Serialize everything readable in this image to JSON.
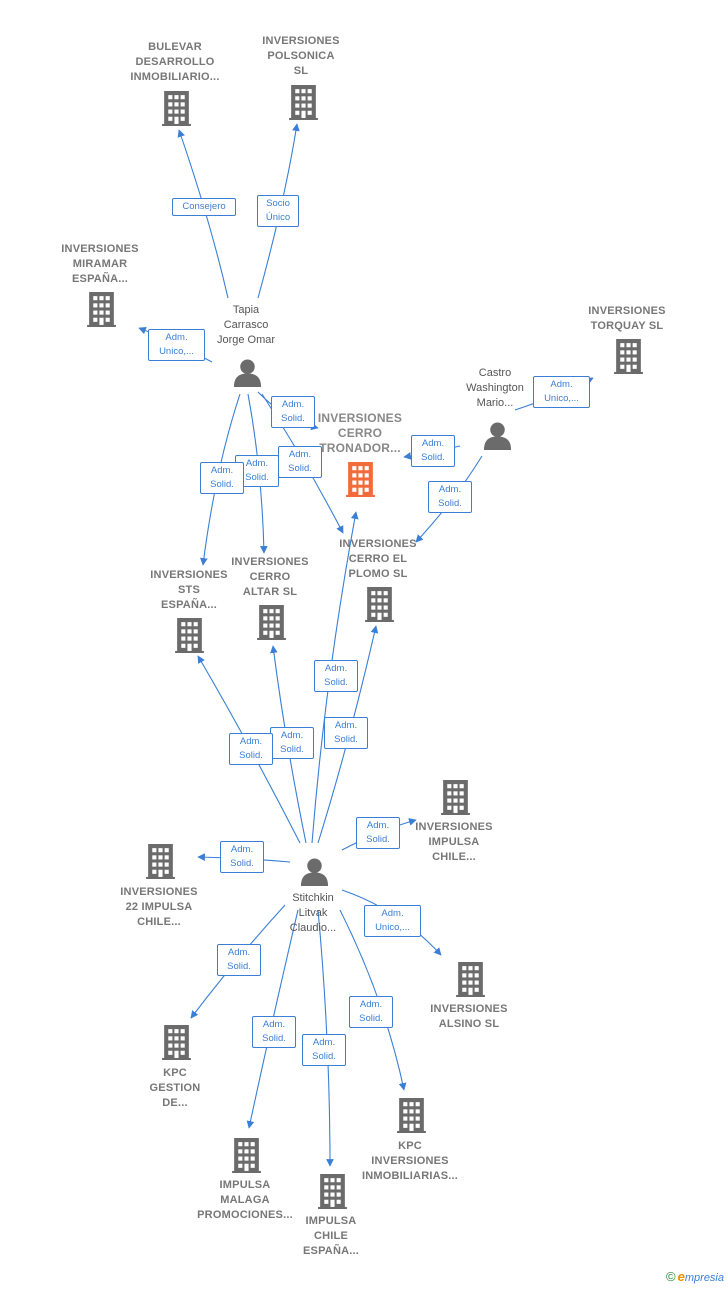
{
  "colors": {
    "edge": "#3a7fd5",
    "company": "#6b6b6b",
    "focus_company": "#f26b3a",
    "person": "#6b6b6b"
  },
  "nodes": {
    "bulevar": {
      "label": "BULEVAR\nDESARROLLO\nINMOBILIARIO...",
      "icon": "building-icon"
    },
    "polsonica": {
      "label": "INVERSIONES\nPOLSONICA\nSL",
      "icon": "building-icon"
    },
    "miramar": {
      "label": "INVERSIONES\nMIRAMAR\nESPAÑA...",
      "icon": "building-icon"
    },
    "tapia": {
      "label": "Tapia\nCarrasco\nJorge Omar",
      "icon": "person-icon"
    },
    "torquay": {
      "label": "INVERSIONES\nTORQUAY  SL",
      "icon": "building-icon"
    },
    "castro": {
      "label": "Castro\nWashington\nMario...",
      "icon": "person-icon"
    },
    "tronador": {
      "label": "INVERSIONES\nCERRO\nTRONADOR...",
      "icon": "building-icon"
    },
    "plomo": {
      "label": "INVERSIONES\nCERRO EL\nPLOMO  SL",
      "icon": "building-icon"
    },
    "sts": {
      "label": "INVERSIONES\nSTS\nESPAÑA...",
      "icon": "building-icon"
    },
    "altar": {
      "label": "INVERSIONES\nCERRO\nALTAR  SL",
      "icon": "building-icon"
    },
    "impulsa_chile": {
      "label": "INVERSIONES\nIMPULSA\nCHILE...",
      "icon": "building-icon"
    },
    "impulsa22": {
      "label": "INVERSIONES\n22 IMPULSA\nCHILE...",
      "icon": "building-icon"
    },
    "stitchkin": {
      "label": "Stitchkin\nLitvak\nClaudio...",
      "icon": "person-icon"
    },
    "alsino": {
      "label": "INVERSIONES\nALSINO  SL",
      "icon": "building-icon"
    },
    "kpc_gestion": {
      "label": "KPC\nGESTION\nDE...",
      "icon": "building-icon"
    },
    "kpc_inv": {
      "label": "KPC\nINVERSIONES\nINMOBILIARIAS...",
      "icon": "building-icon"
    },
    "malaga": {
      "label": "IMPULSA\nMALAGA\nPROMOCIONES...",
      "icon": "building-icon"
    },
    "chile_espana": {
      "label": "IMPULSA\nCHILE\nESPAÑA...",
      "icon": "building-icon"
    }
  },
  "edge_labels": {
    "consejero": "Consejero",
    "socio_unico": "Socio\nÚnico",
    "adm_unico": "Adm.\nUnico,...",
    "adm_solid": "Adm.\nSolid."
  },
  "footer": {
    "copyright": "©",
    "brand_initial": "e",
    "brand_rest": "mpresia"
  }
}
